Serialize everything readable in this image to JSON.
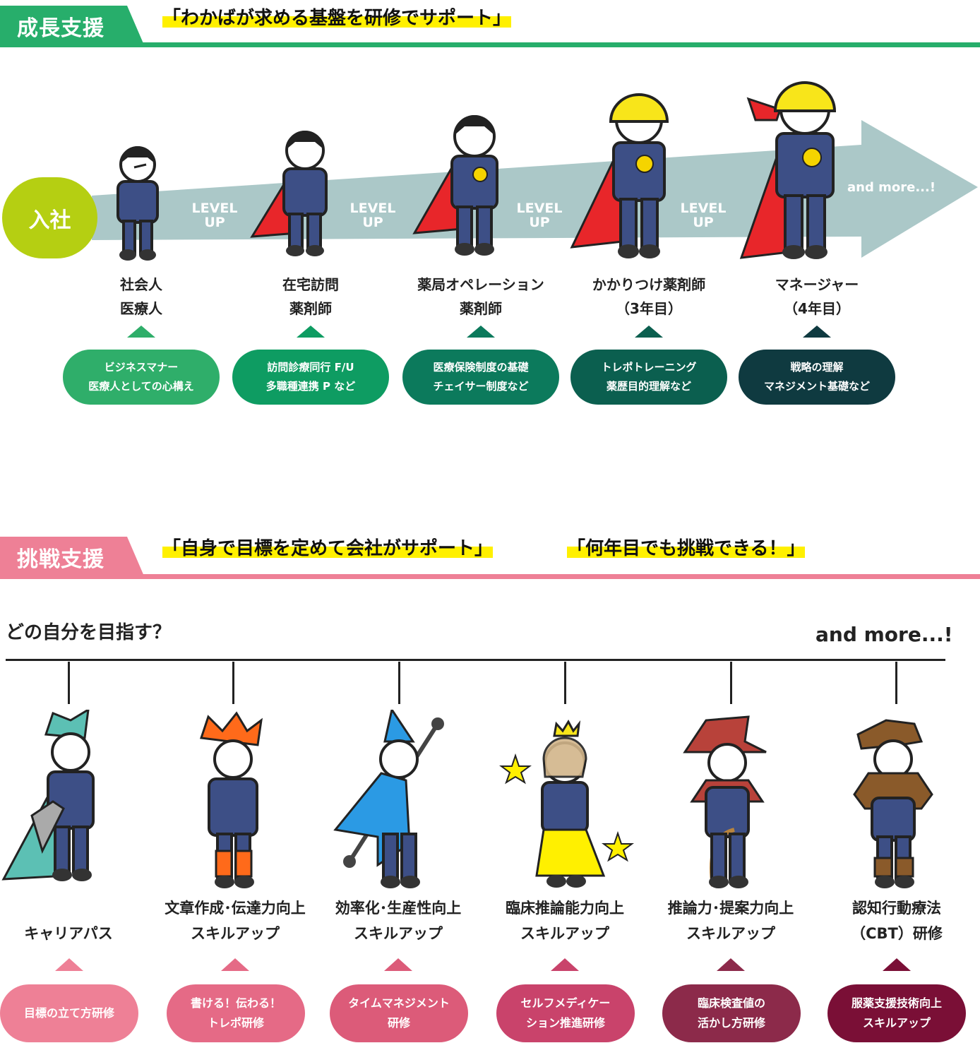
{
  "growth": {
    "tag": "成長支援",
    "headline": "「わかばが求める基盤を研修でサポート」",
    "start": "入社",
    "level_up": [
      "LEVEL",
      "UP"
    ],
    "and_more": "and more...!",
    "stages": [
      {
        "role1": "社会人",
        "role2": "医療人",
        "p1": "ビジネスマナー",
        "p2": "医療人としての心構え",
        "color": "#2fae6a"
      },
      {
        "role1": "在宅訪問",
        "role2": "薬剤師",
        "p1": "訪問診療同行 F/U",
        "p2": "多職種連携 P など",
        "color": "#0e9c62"
      },
      {
        "role1": "薬局オペレーション",
        "role2": "薬剤師",
        "p1": "医療保険制度の基礎",
        "p2": "チェイサー制度など",
        "color": "#0c7a5c"
      },
      {
        "role1": "かかりつけ薬剤師",
        "role2": "（3年目）",
        "p1": "トレポトレーニング",
        "p2": "薬歴目的理解など",
        "color": "#0b5f4f"
      },
      {
        "role1": "マネージャー",
        "role2": "（4年目）",
        "p1": "戦略の理解",
        "p2": "マネジメント基礎など",
        "color": "#0f3a40"
      }
    ]
  },
  "challenge": {
    "tag": "挑戦支援",
    "headline1": "「自身で目標を定めて会社がサポート」",
    "headline2": "「何年目でも挑戦できる！」",
    "question": "どの自分を目指す？",
    "and_more": "and more...!",
    "paths": [
      {
        "l1": "",
        "l2": "キャリアパス",
        "p1": "目標の立て方研修",
        "p2": "",
        "color": "#ee8096"
      },
      {
        "l1": "文章作成･伝達力向上",
        "l2": "スキルアップ",
        "p1": "書ける！伝わる！",
        "p2": "トレポ研修",
        "color": "#e56a86"
      },
      {
        "l1": "効率化･生産性向上",
        "l2": "スキルアップ",
        "p1": "タイムマネジメント",
        "p2": "研修",
        "color": "#dc5b79"
      },
      {
        "l1": "臨床推論能力向上",
        "l2": "スキルアップ",
        "p1": "セルフメディケー",
        "p2": "ション推進研修",
        "color": "#c9436b"
      },
      {
        "l1": "推論力･提案力向上",
        "l2": "スキルアップ",
        "p1": "臨床検査値の",
        "p2": "活かし方研修",
        "color": "#8c2a4a"
      },
      {
        "l1": "認知行動療法",
        "l2": "（CBT）研修",
        "p1": "服薬支援技術向上",
        "p2": "スキルアップ",
        "color": "#7a0f36"
      }
    ]
  },
  "colors": {
    "green": "#27ae6b",
    "pink": "#ee8096",
    "arrow": "#abc8c8",
    "lime": "#b5cf12",
    "highlight": "#fff000"
  }
}
